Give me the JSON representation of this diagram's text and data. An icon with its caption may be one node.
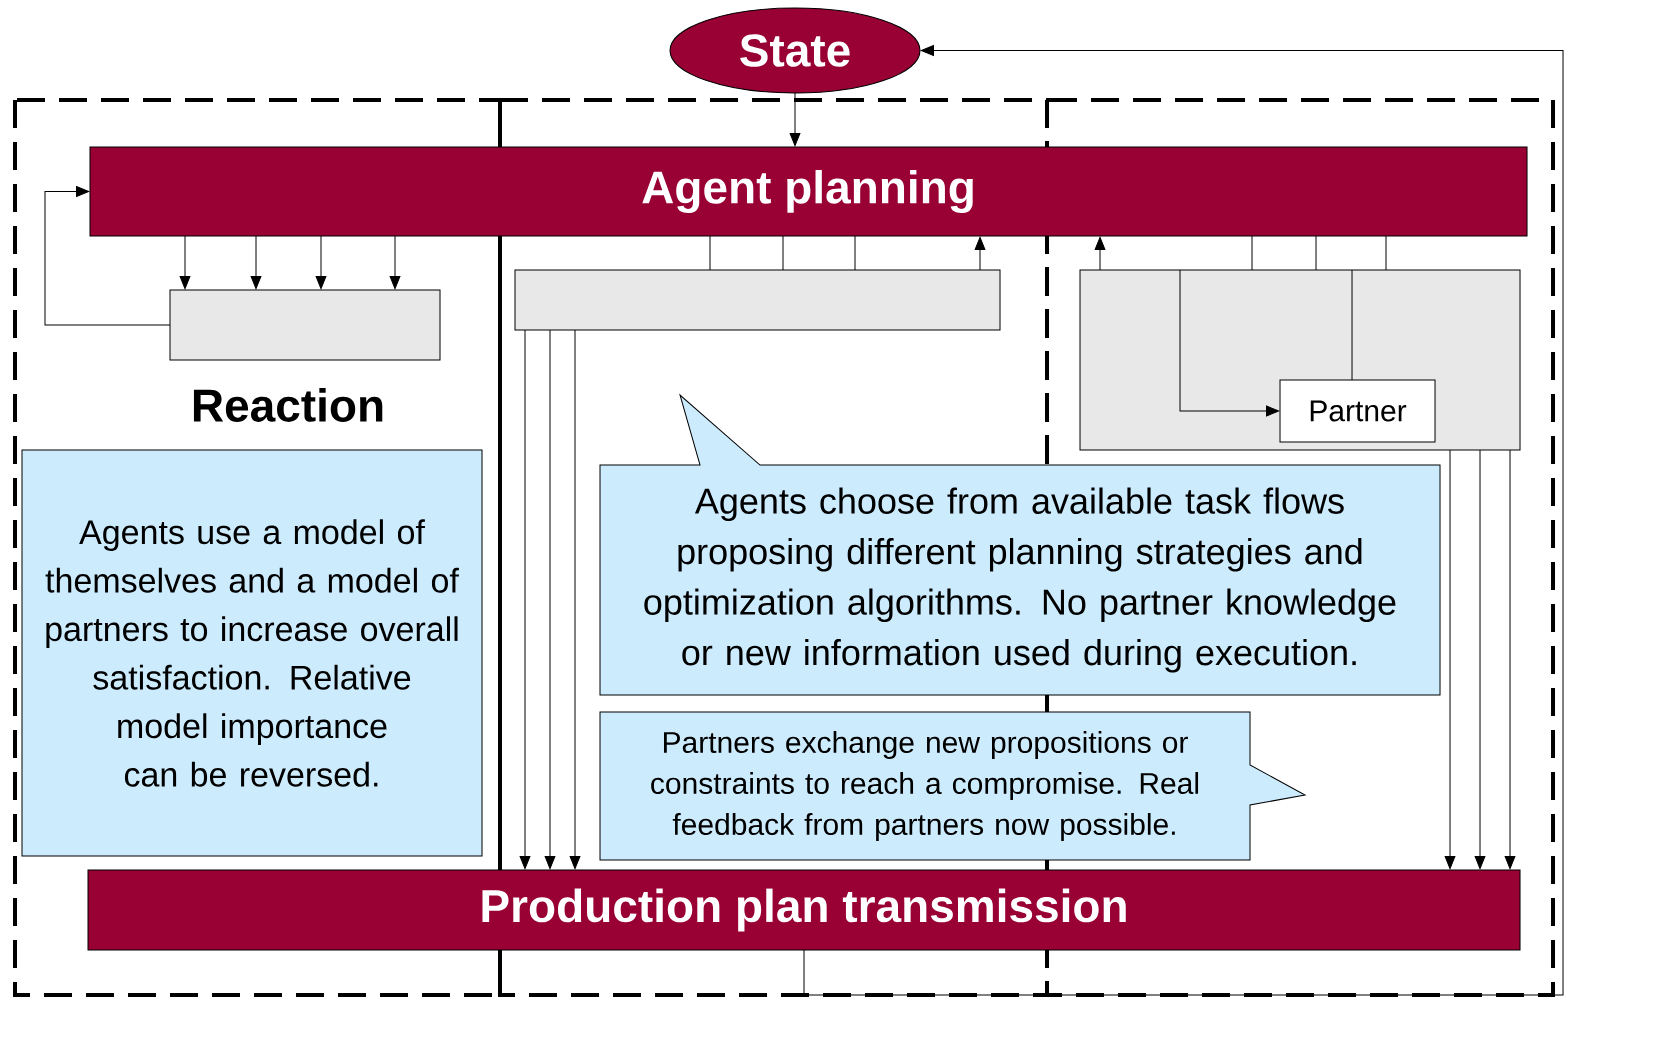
{
  "diagram": {
    "nodes": [
      {
        "text": [
          "State"
        ]
      },
      {
        "text": [
          "Agent planning"
        ]
      },
      {
        "text": [
          "Production plan transmission"
        ]
      },
      {
        "text": [],
        "shape": "box"
      },
      {
        "text": [],
        "shape": "box"
      },
      {
        "text": [],
        "shape": "box"
      },
      {
        "text": [
          "Partner"
        ],
        "in": 5
      },
      {
        "text": [
          "Agents use a model of themselves and a model of partners to increase overall satisfaction. Relative model importance can be reversed."
        ]
      },
      {
        "text": [
          "Agents choose from available task flows proposing different planning strategies and optimization algorithms. No partner knowledge or new information used during execution."
        ]
      },
      {
        "text": [
          "Partners exchange new propositions or constraints to reach a compromise. Real feedback from partners now possible."
        ]
      }
    ],
    "edges": [
      {
        "from": 0,
        "to": 1,
        "arrow": "to"
      },
      {
        "from": 2,
        "to": 0,
        "arrow": "to"
      },
      {
        "from": 1,
        "to": 3,
        "arrow": "to"
      },
      {
        "from": 1,
        "to": 3,
        "arrow": "to"
      },
      {
        "from": 1,
        "to": 3,
        "arrow": "to"
      },
      {
        "from": 1,
        "to": 3,
        "arrow": "to"
      },
      {
        "from": 1,
        "to": 4,
        "arrow": "none"
      },
      {
        "from": 1,
        "to": 4,
        "arrow": "none"
      },
      {
        "from": 1,
        "to": 4,
        "arrow": "none"
      },
      {
        "from": 4,
        "to": 2,
        "arrow": "to"
      },
      {
        "from": 4,
        "to": 2,
        "arrow": "to"
      },
      {
        "from": 4,
        "to": 2,
        "arrow": "to"
      },
      {
        "from": 1,
        "to": 5,
        "arrow": "none"
      },
      {
        "from": 1,
        "to": 5,
        "arrow": "none"
      },
      {
        "from": 1,
        "to": 5,
        "arrow": "none"
      },
      {
        "from": 5,
        "to": 2,
        "arrow": "to"
      },
      {
        "from": 5,
        "to": 2,
        "arrow": "to"
      },
      {
        "from": 5,
        "to": 2,
        "arrow": "to"
      },
      {
        "from": 3,
        "to": 1,
        "arrow": "to"
      },
      {
        "from": 4,
        "to": 1,
        "arrow": "to"
      },
      {
        "from": 5,
        "to": 1,
        "arrow": "to"
      },
      {
        "from": 5,
        "to": 6,
        "arrow": "to"
      },
      {
        "from": 5,
        "to": 6,
        "arrow": "none"
      }
    ],
    "labels": [
      "Reaction"
    ]
  }
}
